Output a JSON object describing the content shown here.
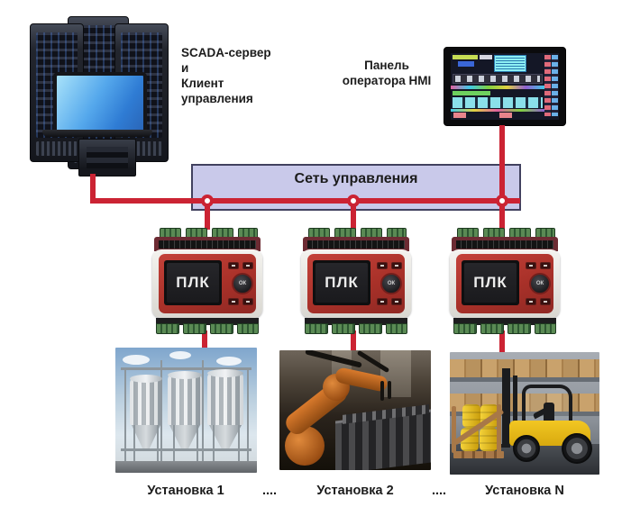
{
  "labels": {
    "server": "SCADA-сервер\nи\nКлиент\nуправления",
    "hmi": "Панель\nоператора HMI",
    "network": "Сеть управления",
    "plc": "ПЛК",
    "plc_ok": "ОК",
    "installation_1": "Установка 1",
    "installation_2": "Установка 2",
    "installation_n": "Установка N",
    "ellipsis": "...."
  },
  "colors": {
    "connection_red": "#cb2333",
    "network_band_fill": "#c9c9ea",
    "network_band_border": "#41415f",
    "plc_body_red": "#a93129",
    "laptop_screen_blue": "#3b8ee0",
    "robot_orange": "#c06020",
    "forklift_yellow": "#e8b818"
  }
}
